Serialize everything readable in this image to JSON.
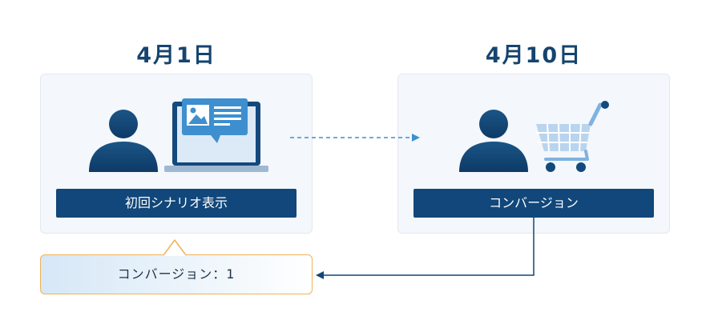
{
  "step1": {
    "date": "4月1日",
    "label": "初回シナリオ表示"
  },
  "step2": {
    "date": "4月10日",
    "label": "コンバージョン"
  },
  "result": {
    "text": "コンバージョン：1"
  },
  "colors": {
    "navy": "#11477a",
    "accent": "#3d8fcf",
    "highlight": "#f0b25a"
  },
  "icons": [
    "person-icon",
    "laptop-ad-icon",
    "dashed-arrow-icon",
    "person-icon",
    "shopping-cart-icon",
    "return-arrow-icon"
  ]
}
